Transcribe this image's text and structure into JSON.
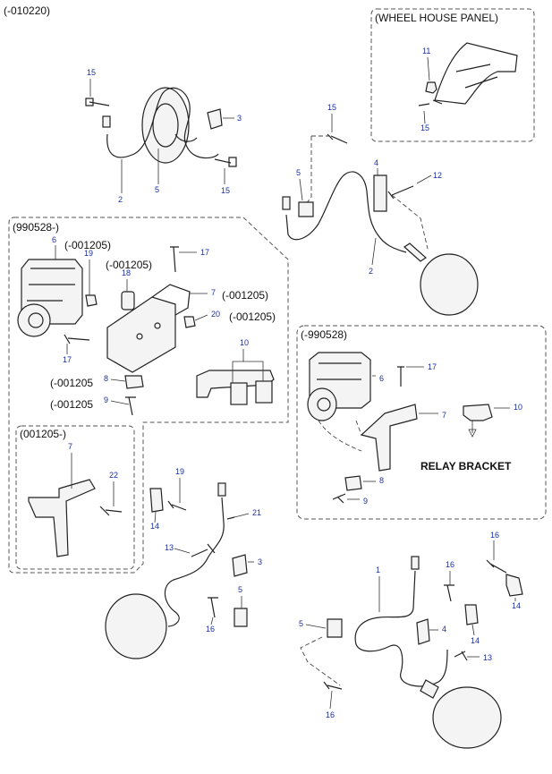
{
  "header": {
    "range": "(-010220)"
  },
  "groups": {
    "wheel_house": "(WHEEL HOUSE PANEL)",
    "g990528_minus": "(990528-)",
    "g001205_minus": "(001205-)",
    "g_minus_990528": "(-990528)"
  },
  "notes": {
    "n001205_a": "(-001205)",
    "n001205_b": "(-001205)",
    "n001205_c": "(-001205)",
    "n001205_d": "(-001205)",
    "n001205_e": "(-001205",
    "n001205_f": "(-001205",
    "relay_bracket": "RELAY BRACKET"
  },
  "callouts": {
    "c15a": "15",
    "c3a": "3",
    "c2a": "2",
    "c5a": "5",
    "c15b": "15",
    "c11": "11",
    "c15c": "15",
    "c15d": "15",
    "c5b": "5",
    "c4a": "4",
    "c12": "12",
    "c2b": "2",
    "c6a": "6",
    "c19a": "19",
    "c17a": "17",
    "c18": "18",
    "c7a": "7",
    "c20": "20",
    "c17b": "17",
    "c10a": "10",
    "c8a": "8",
    "c9a": "9",
    "c7b": "7",
    "c22": "22",
    "c6b": "6",
    "c17c": "17",
    "c7c": "7",
    "c10b": "10",
    "c8b": "8",
    "c9b": "9",
    "c19b": "19",
    "c14a": "14",
    "c21": "21",
    "c13a": "13",
    "c3b": "3",
    "c5c": "5",
    "c16a": "16",
    "c16b": "16",
    "c16c": "16",
    "c1": "1",
    "c14b": "14",
    "c14c": "14",
    "c5d": "5",
    "c4b": "4",
    "c13b": "13",
    "c16d": "16"
  }
}
